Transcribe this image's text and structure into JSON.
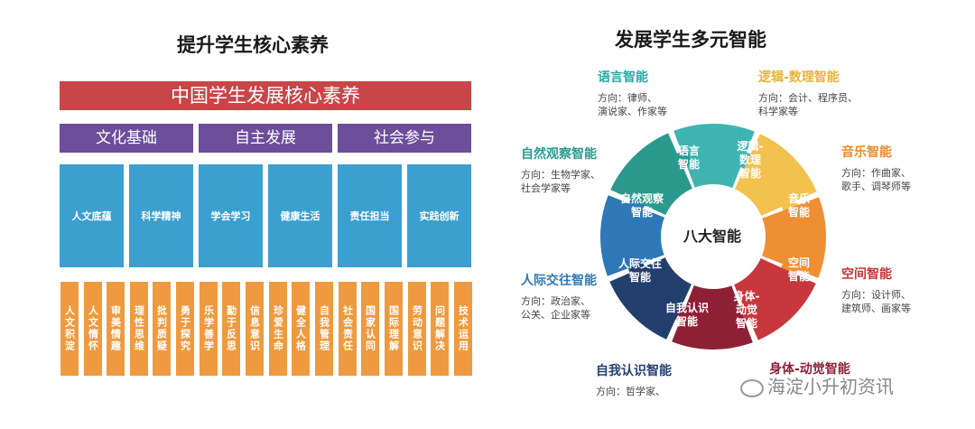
{
  "left": {
    "title": "提升学生核心素养",
    "banner": "中国学生发展核心素养",
    "categories": [
      "文化基础",
      "自主发展",
      "社会参与"
    ],
    "qualities": [
      "人文底蕴",
      "科学精神",
      "学会学习",
      "健康生活",
      "责任担当",
      "实践创新"
    ],
    "points": [
      "人文积淀",
      "人文情怀",
      "审美情趣",
      "理性思维",
      "批判质疑",
      "勇于探究",
      "乐学善学",
      "勤于反思",
      "信息意识",
      "珍爱生命",
      "健全人格",
      "自我管理",
      "社会责任",
      "国家认同",
      "国际理解",
      "劳动意识",
      "问题解决",
      "技术运用"
    ]
  },
  "right": {
    "title": "发展学生多元智能",
    "center_label": "八大智能",
    "segments": [
      {
        "label": "语言\n智能",
        "color": "#3fb4b1"
      },
      {
        "label": "逻辑-\n数理\n智能",
        "color": "#f2c14e"
      },
      {
        "label": "音乐\n智能",
        "color": "#ef8f33"
      },
      {
        "label": "空间\n智能",
        "color": "#c8373d"
      },
      {
        "label": "身体-\n动觉\n智能",
        "color": "#8e2036"
      },
      {
        "label": "自我认识\n智能",
        "color": "#233f6e"
      },
      {
        "label": "人际交往\n智能",
        "color": "#2f78b8"
      },
      {
        "label": "自然观察\n智能",
        "color": "#2a9a8e"
      }
    ],
    "intel": [
      {
        "title": "语言智能",
        "desc1": "方向：律师、",
        "desc2": "演说家、作家等",
        "color": "#2aa9a6"
      },
      {
        "title": "逻辑-数理智能",
        "desc1": "方向：会计、程序员、",
        "desc2": "科学家等",
        "color": "#e8b23c"
      },
      {
        "title": "音乐智能",
        "desc1": "方向：作曲家、",
        "desc2": "歌手、调琴师等",
        "color": "#ea8a2f"
      },
      {
        "title": "空间智能",
        "desc1": "方向：设计师、",
        "desc2": "建筑师、画家等",
        "color": "#c83237"
      },
      {
        "title": "身体-动觉智能",
        "desc1": "",
        "desc2": "",
        "color": "#8e2036"
      },
      {
        "title": "自我认识智能",
        "desc1": "方向：哲学家、",
        "desc2": "",
        "color": "#233f6e"
      },
      {
        "title": "人际交往智能",
        "desc1": "方向：政治家、",
        "desc2": "公关、企业家等",
        "color": "#2f78b8"
      },
      {
        "title": "自然观察智能",
        "desc1": "方向：生物学家、",
        "desc2": "社会学家等",
        "color": "#2a9a8e"
      }
    ]
  },
  "watermark": "海淀小升初资讯"
}
